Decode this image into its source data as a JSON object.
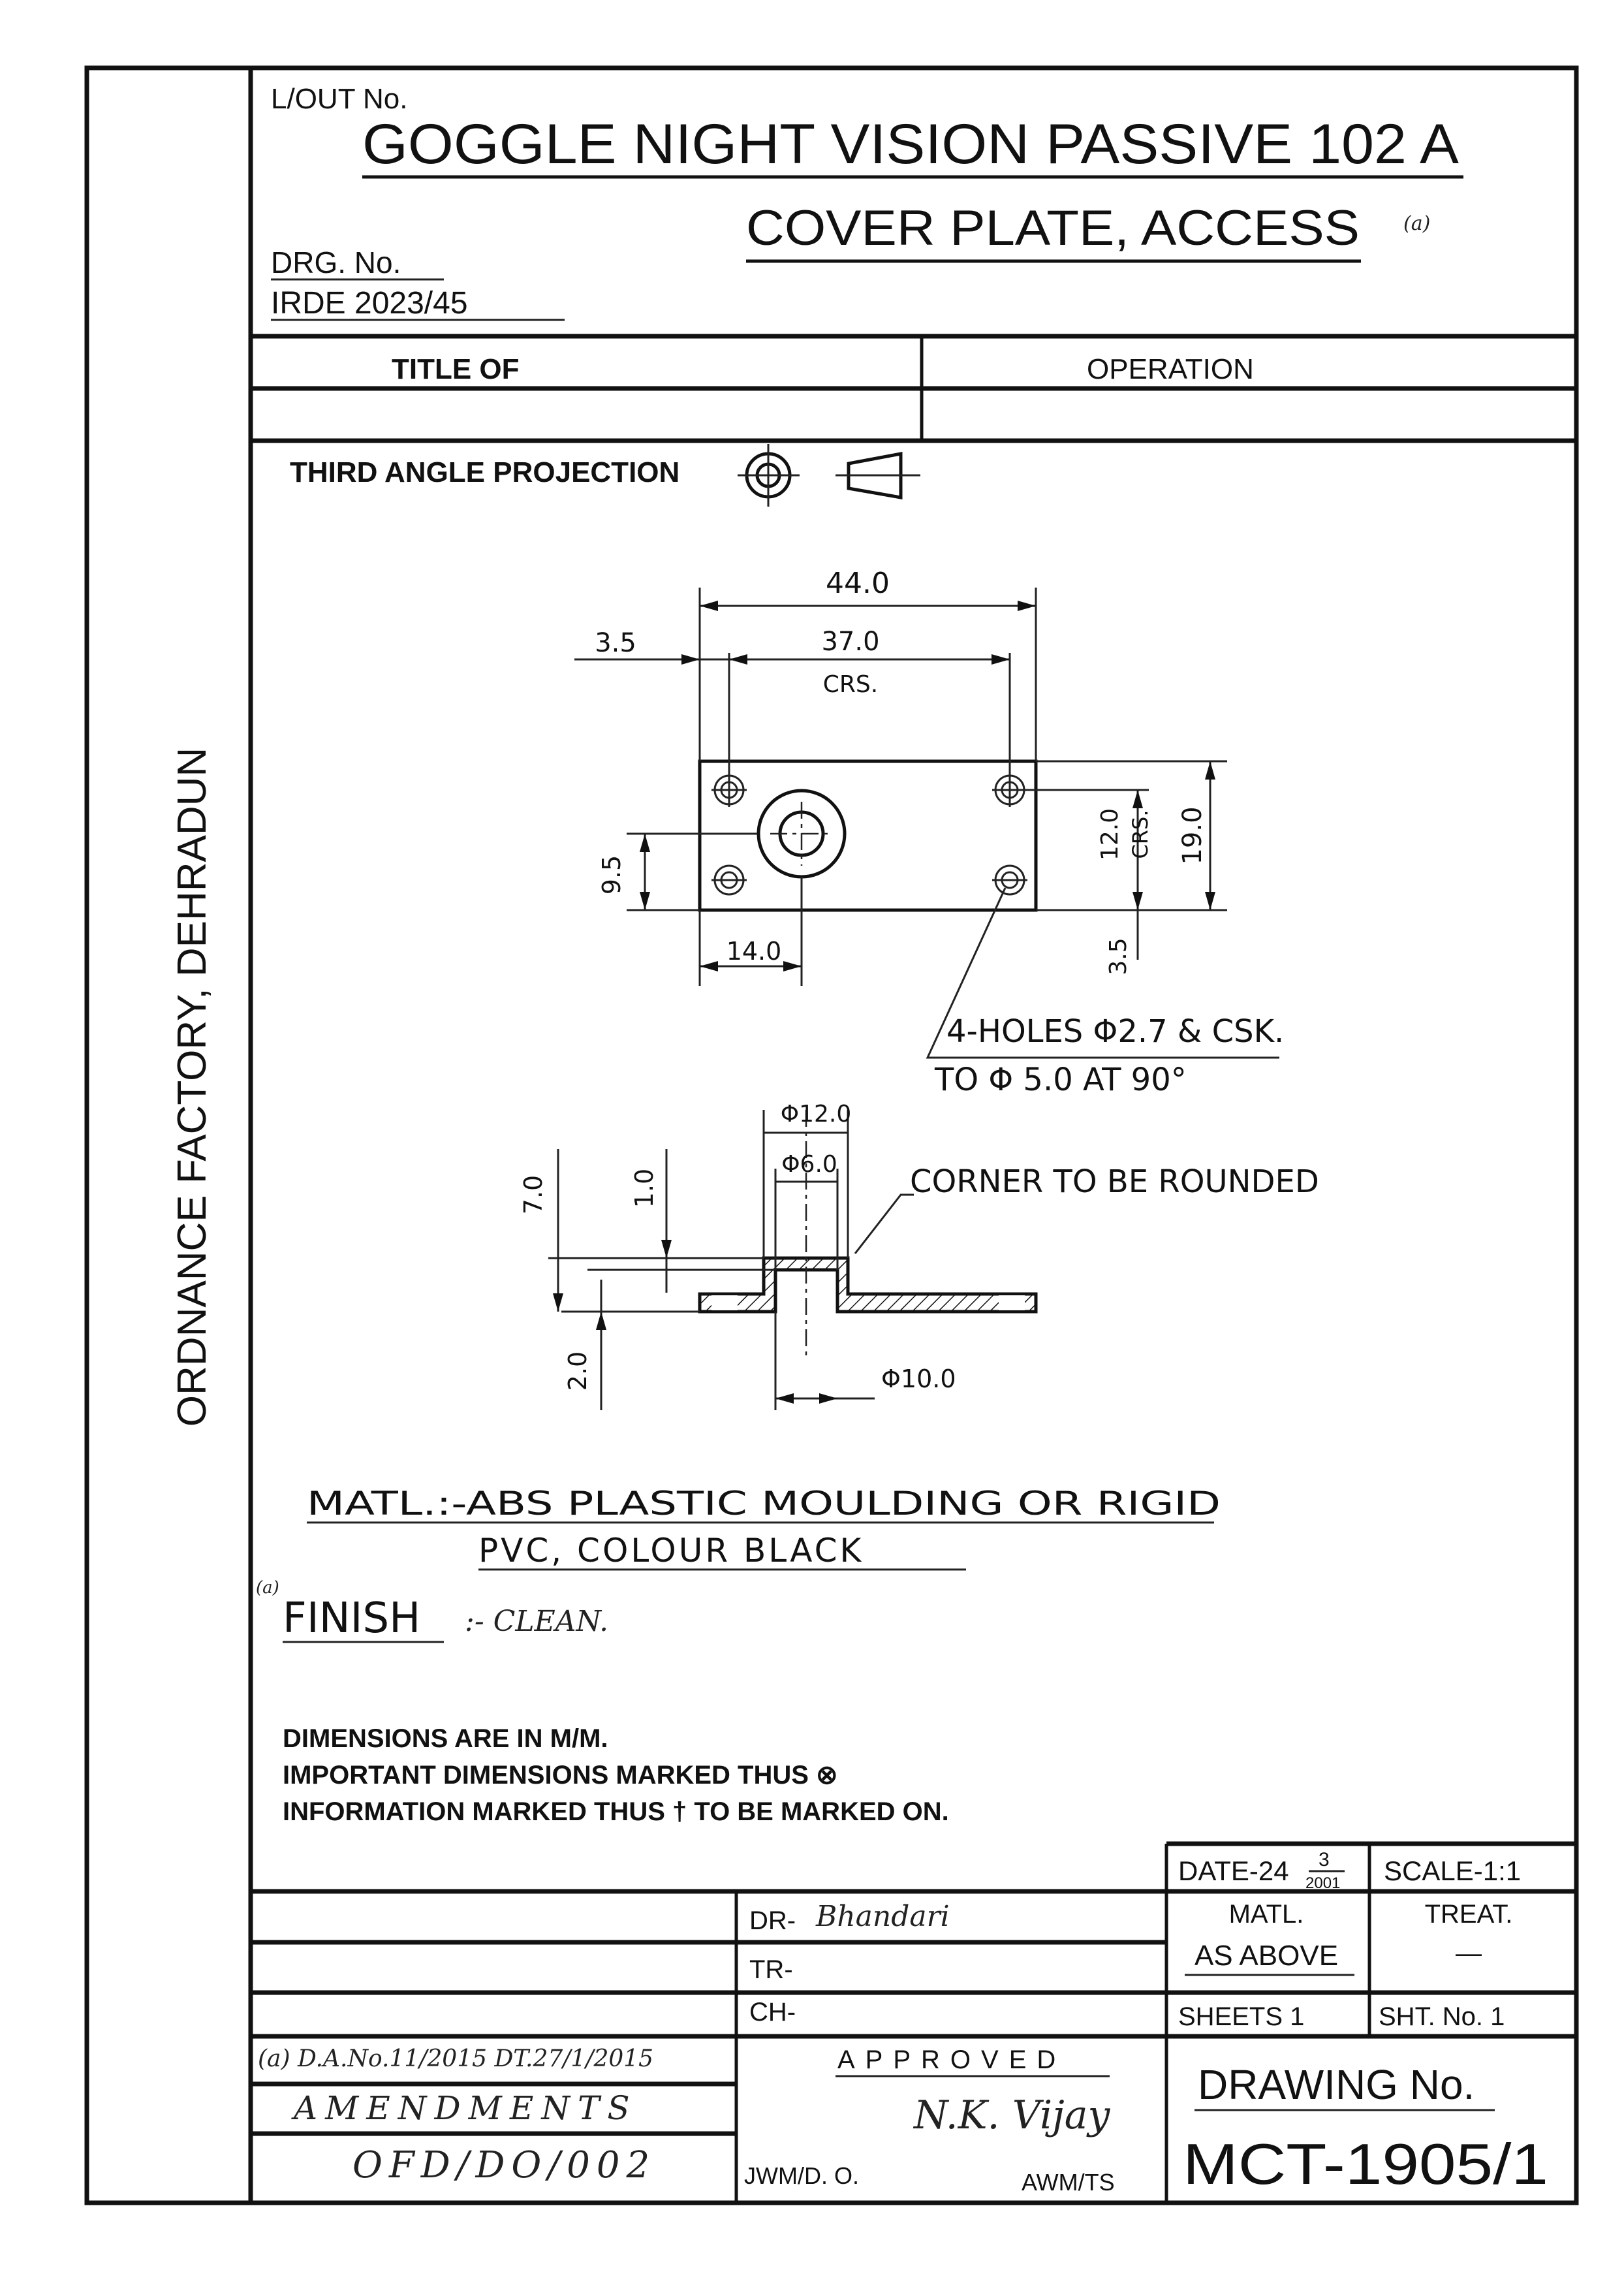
{
  "header": {
    "layout_label": "L/OUT No.",
    "product_title": "GOGGLE NIGHT VISION PASSIVE 102 A",
    "part_title": "COVER PLATE, ACCESS",
    "amendment_mark": "(a)",
    "drg_label": "DRG. No.",
    "drg_number": "IRDE 2023/45"
  },
  "operation_table": {
    "title_of": "TITLE OF",
    "operation": "OPERATION"
  },
  "projection": {
    "label": "THIRD ANGLE PROJECTION"
  },
  "side_label": "ORDNANCE FACTORY, DEHRADUN",
  "plan_view": {
    "overall_width": "44.0",
    "hole_centres": "37.0",
    "hole_centres_note": "CRS.",
    "edge_offset_left": "3.5",
    "overall_height": "19.0",
    "hole_vertical_centres": "12.0",
    "hole_vertical_note": "CRS.",
    "edge_offset_bottom": "3.5",
    "boss_height_pos": "9.5",
    "boss_x_pos": "14.0",
    "hole_note_line1": "4-HOLES Φ2.7 & CSK.",
    "hole_note_line2": "TO Φ 5.0 AT 90°"
  },
  "section_view": {
    "boss_outer_dia": "Φ12.0",
    "boss_inner_dia": "Φ6.0",
    "corner_note": "CORNER TO BE ROUNDED",
    "total_height": "7.0",
    "wall_top": "1.0",
    "flange_thickness": "2.0",
    "bore_dia": "Φ10.0"
  },
  "material": {
    "matl_line1": "MATL.:-ABS PLASTIC MOULDING OR RIGID",
    "matl_line2": "PVC, COLOUR BLACK",
    "finish_mark": "(a)",
    "finish_label": "FINISH",
    "finish_value": ":- CLEAN."
  },
  "notes": [
    "DIMENSIONS ARE IN M/M.",
    "IMPORTANT DIMENSIONS MARKED THUS ⊗",
    "INFORMATION MARKED THUS † TO BE MARKED ON."
  ],
  "title_block": {
    "date_label": "DATE-24",
    "date_month": "3",
    "date_year": "2001",
    "scale": "SCALE-1:1",
    "dr": "DR-",
    "tr": "TR-",
    "ch": "CH-",
    "matl_label": "MATL.",
    "matl_value": "AS ABOVE",
    "treat_label": "TREAT.",
    "treat_value": "—",
    "sheets": "SHEETS 1",
    "sht_no": "SHT. No. 1",
    "amendment_ref": "(a) D.A.No.11/2015 DT.27/1/2015",
    "amendments_label": "AMENDMENTS",
    "amendment_code": "OFD/DO/002",
    "approved": "APPROVED",
    "do_label": "JWM/D. O.",
    "ts_label": "AWM/TS",
    "drawing_no_label": "DRAWING No.",
    "drawing_no": "MCT-1905/1",
    "signature_dr": "Bhandari",
    "signature_approved": "N.K. Vijay"
  }
}
